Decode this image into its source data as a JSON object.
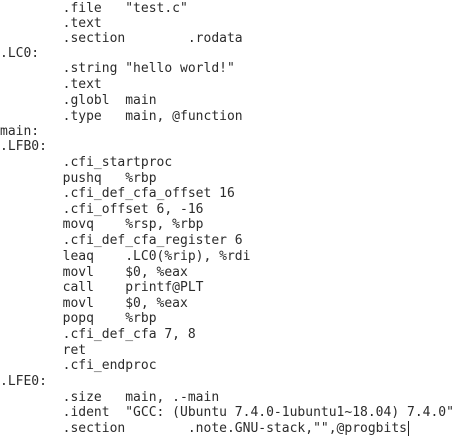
{
  "editor": {
    "lines": [
      "        .file   \"test.c\"",
      "        .text",
      "        .section        .rodata",
      ".LC0:",
      "        .string \"hello world!\"",
      "        .text",
      "        .globl  main",
      "        .type   main, @function",
      "main:",
      ".LFB0:",
      "        .cfi_startproc",
      "        pushq   %rbp",
      "        .cfi_def_cfa_offset 16",
      "        .cfi_offset 6, -16",
      "        movq    %rsp, %rbp",
      "        .cfi_def_cfa_register 6",
      "        leaq    .LC0(%rip), %rdi",
      "        movl    $0, %eax",
      "        call    printf@PLT",
      "        movl    $0, %eax",
      "        popq    %rbp",
      "        .cfi_def_cfa 7, 8",
      "        ret",
      "        .cfi_endproc",
      ".LFE0:",
      "        .size   main, .-main",
      "        .ident  \"GCC: (Ubuntu 7.4.0-1ubuntu1~18.04) 7.4.0\"",
      "        .section        .note.GNU-stack,\"\",@progbits"
    ]
  }
}
